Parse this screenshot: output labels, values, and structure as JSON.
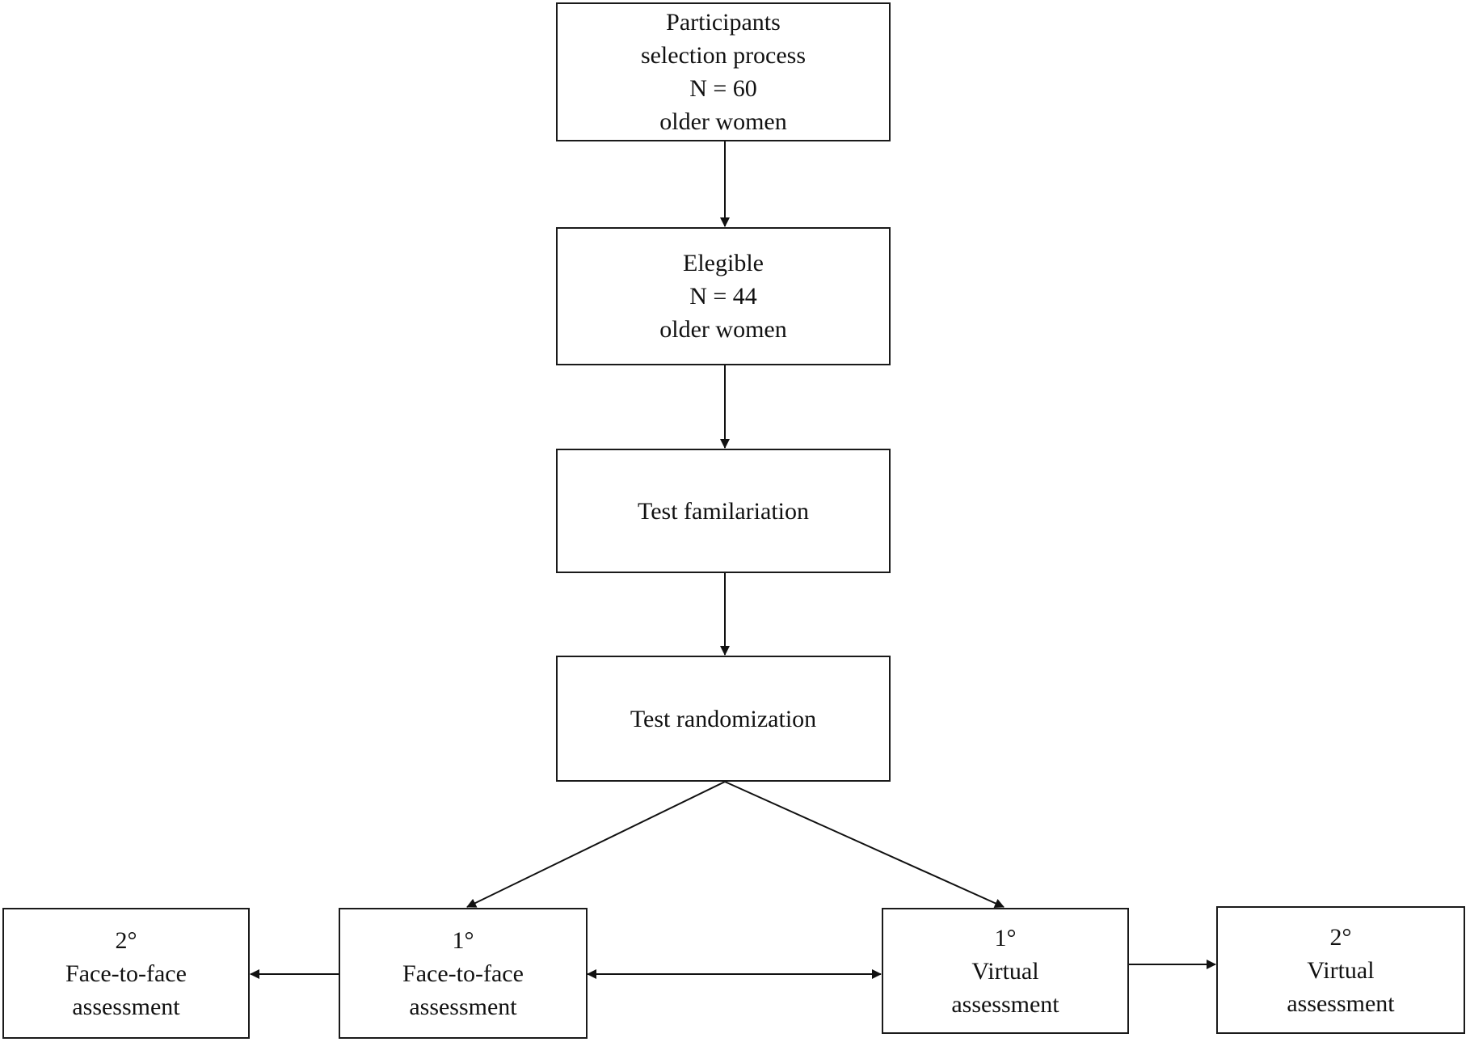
{
  "nodes": {
    "selection": {
      "lines": [
        "Participants",
        "selection process",
        "N = 60",
        "older women"
      ]
    },
    "eligible": {
      "lines": [
        "Elegible",
        "N = 44",
        "older women"
      ]
    },
    "familiarization": {
      "lines": [
        "Test familariation"
      ]
    },
    "randomization": {
      "lines": [
        "Test randomization"
      ]
    },
    "face_first": {
      "lines": [
        "1°",
        "Face-to-face",
        "assessment"
      ]
    },
    "face_second": {
      "lines": [
        "2°",
        "Face-to-face",
        "assessment"
      ]
    },
    "virtual_first": {
      "lines": [
        "1°",
        "Virtual",
        "assessment"
      ]
    },
    "virtual_second": {
      "lines": [
        "2°",
        "Virtual",
        "assessment"
      ]
    }
  },
  "edges": [
    {
      "from": "selection",
      "to": "eligible",
      "direction": "forward"
    },
    {
      "from": "eligible",
      "to": "familiarization",
      "direction": "forward"
    },
    {
      "from": "familiarization",
      "to": "randomization",
      "direction": "forward"
    },
    {
      "from": "randomization",
      "to": "face_first",
      "direction": "forward"
    },
    {
      "from": "randomization",
      "to": "virtual_first",
      "direction": "forward"
    },
    {
      "from": "face_first",
      "to": "virtual_first",
      "direction": "both"
    },
    {
      "from": "face_first",
      "to": "face_second",
      "direction": "forward"
    },
    {
      "from": "virtual_first",
      "to": "virtual_second",
      "direction": "forward"
    }
  ]
}
